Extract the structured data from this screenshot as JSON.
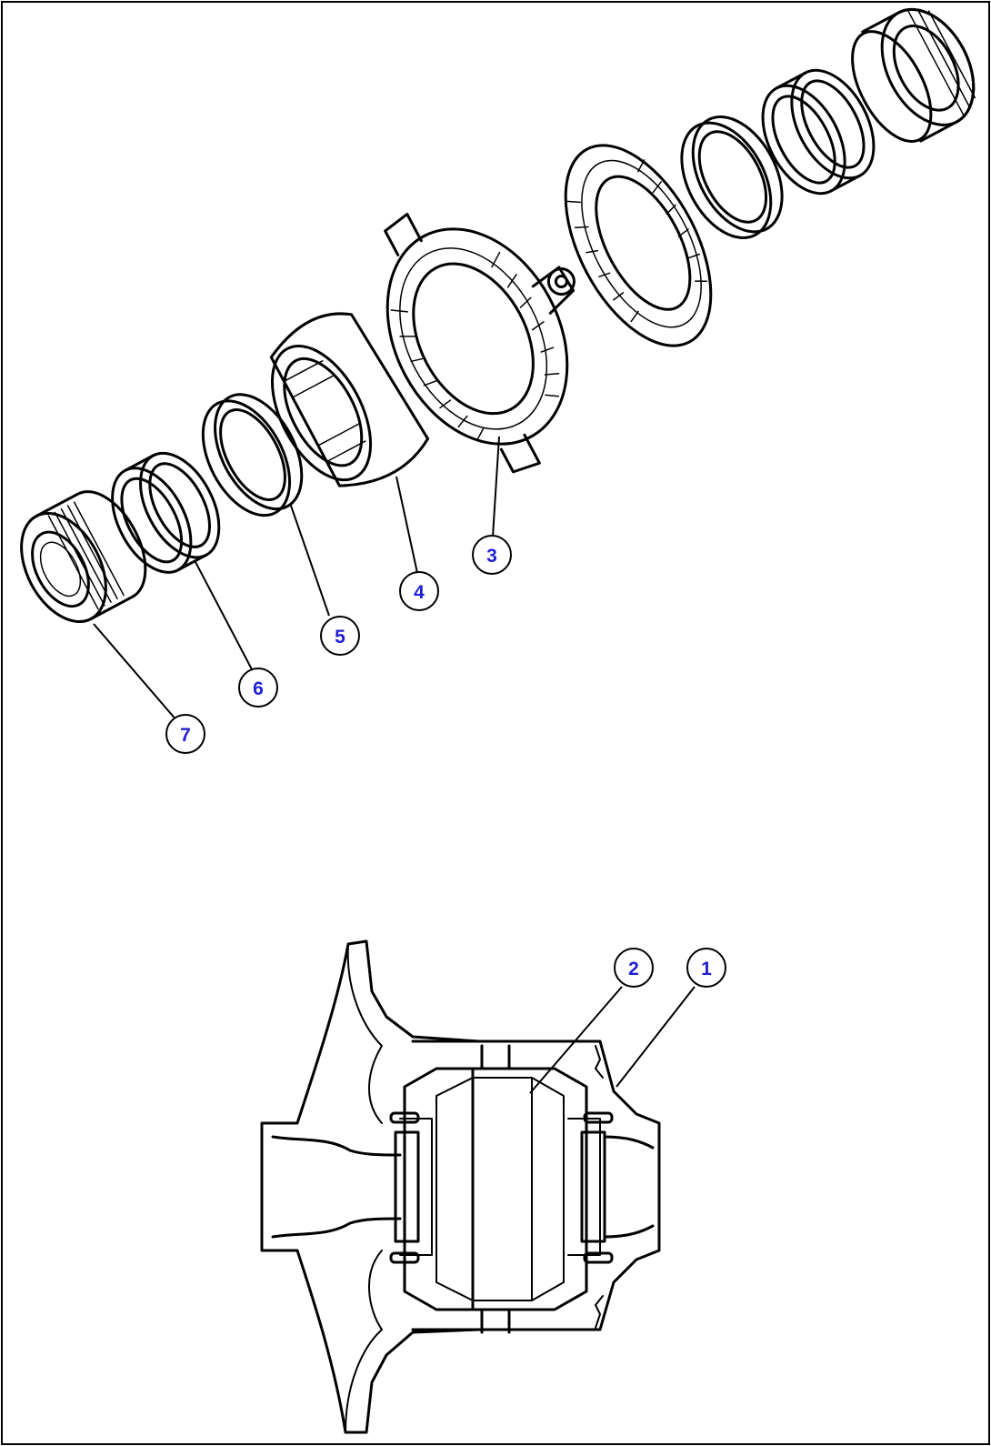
{
  "diagram": {
    "colors": {
      "line": "#000000",
      "callout_number": "#1f1fd6",
      "background": "#ffffff"
    },
    "callouts": [
      {
        "id": "1",
        "label": "1"
      },
      {
        "id": "2",
        "label": "2"
      },
      {
        "id": "3",
        "label": "3"
      },
      {
        "id": "4",
        "label": "4"
      },
      {
        "id": "5",
        "label": "5"
      },
      {
        "id": "6",
        "label": "6"
      },
      {
        "id": "7",
        "label": "7"
      }
    ]
  }
}
